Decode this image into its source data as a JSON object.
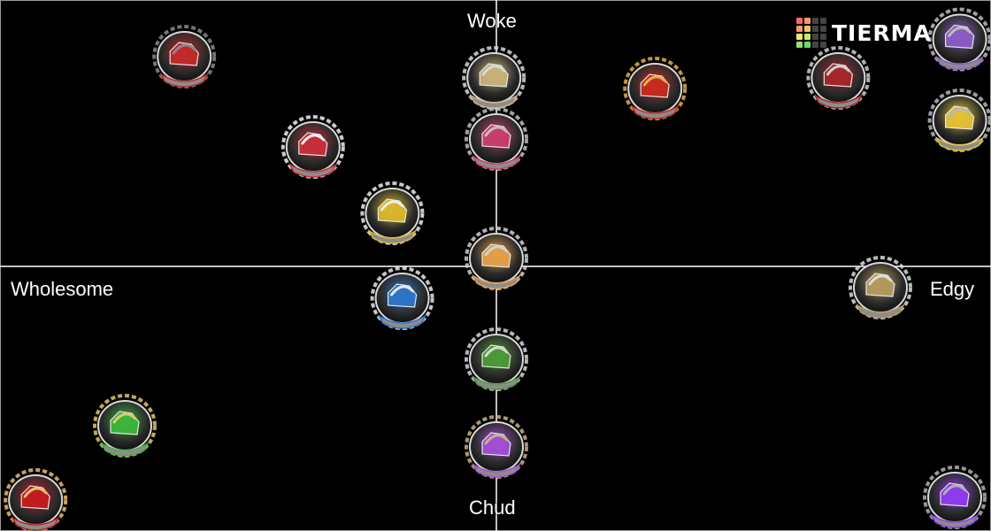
{
  "axes": {
    "top": "Woke",
    "bottom": "Chud",
    "left": "Wholesome",
    "right": "Edgy"
  },
  "watermark": {
    "text": "TIERMA"
  },
  "colors": {
    "background": "#000000",
    "axis_line": "#ffffff",
    "border": "#9a9a9a",
    "watermark_cells": [
      "#f26b6b",
      "#f59a6b",
      "#444444",
      "#444444",
      "#f59a6b",
      "#f5c26b",
      "#444444",
      "#444444",
      "#f5e36b",
      "#c7ea6b",
      "#444444",
      "#444444",
      "#8fe46b",
      "#6bdc6b",
      "#444444",
      "#444444"
    ]
  },
  "chart_data": {
    "type": "scatter",
    "xlim": [
      -1,
      1
    ],
    "ylim": [
      -1,
      1
    ],
    "points": [
      {
        "id": "red-factory",
        "x": -0.63,
        "y": 0.79,
        "icon": "red-factory-emblem-icon",
        "accent": "#c4282b",
        "secondary": "#8a8a8a"
      },
      {
        "id": "flag-gear",
        "x": -0.005,
        "y": 0.71,
        "icon": "flag-gear-emblem-icon",
        "accent": "#c9b27a",
        "secondary": "#d8d8d8"
      },
      {
        "id": "hammer-sickle-star",
        "x": 0.32,
        "y": 0.67,
        "icon": "hammer-sickle-star-emblem-icon",
        "accent": "#c72b1e",
        "secondary": "#e4b04a"
      },
      {
        "id": "hammer-sickle-ring",
        "x": 0.69,
        "y": 0.71,
        "icon": "hammer-sickle-ring-emblem-icon",
        "accent": "#a8262a",
        "secondary": "#cfcfcf"
      },
      {
        "id": "purple-statue",
        "x": 0.935,
        "y": 0.855,
        "icon": "purple-statue-emblem-icon",
        "accent": "#8a5cc7",
        "secondary": "#bcbcbc"
      },
      {
        "id": "liberty-yellow",
        "x": 0.935,
        "y": 0.55,
        "icon": "liberty-flag-emblem-icon",
        "accent": "#e5c235",
        "secondary": "#b8b8b8"
      },
      {
        "id": "dove-red",
        "x": -0.37,
        "y": 0.45,
        "icon": "dove-rose-emblem-icon",
        "accent": "#c82f3a",
        "secondary": "#f0f0f0"
      },
      {
        "id": "pink-fist",
        "x": 0.0,
        "y": 0.48,
        "icon": "raised-fist-pink-emblem-icon",
        "accent": "#cc3d6b",
        "secondary": "#bfbfbf"
      },
      {
        "id": "liberty-dove-gold",
        "x": -0.21,
        "y": 0.2,
        "icon": "liberty-dove-gold-emblem-icon",
        "accent": "#d9b82c",
        "secondary": "#ececec"
      },
      {
        "id": "mic-fist",
        "x": 0.0,
        "y": 0.03,
        "icon": "microphone-fist-emblem-icon",
        "accent": "#e6a04a",
        "secondary": "#d0d0d0"
      },
      {
        "id": "bull-skull",
        "x": 0.775,
        "y": -0.08,
        "icon": "bull-horn-emblem-icon",
        "accent": "#b49a5c",
        "secondary": "#dcdcdc"
      },
      {
        "id": "dove-temple-blue",
        "x": -0.19,
        "y": -0.12,
        "icon": "dove-temple-blue-emblem-icon",
        "accent": "#2f74c8",
        "secondary": "#e8e8e8"
      },
      {
        "id": "tophat-scales",
        "x": 0.0,
        "y": -0.35,
        "icon": "tophat-scales-emblem-icon",
        "accent": "#4c9a35",
        "secondary": "#d6d6d6"
      },
      {
        "id": "clover",
        "x": -0.75,
        "y": -0.6,
        "icon": "clover-wreath-emblem-icon",
        "accent": "#3db53d",
        "secondary": "#e0c86a"
      },
      {
        "id": "purple-star-horns",
        "x": 0.0,
        "y": -0.68,
        "icon": "purple-star-horns-emblem-icon",
        "accent": "#a34fd6",
        "secondary": "#c9b085"
      },
      {
        "id": "red-rose",
        "x": -0.93,
        "y": -0.88,
        "icon": "red-rose-emblem-icon",
        "accent": "#c41c22",
        "secondary": "#e8c070"
      },
      {
        "id": "purple-portal",
        "x": 0.925,
        "y": -0.87,
        "icon": "purple-portal-emblem-icon",
        "accent": "#8f3cf0",
        "secondary": "#b0b0b0"
      }
    ]
  }
}
